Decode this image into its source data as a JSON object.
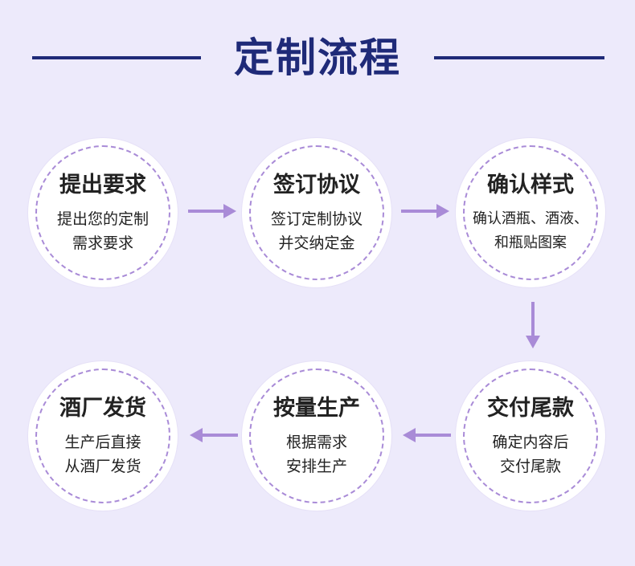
{
  "title": "定制流程",
  "colors": {
    "title": "#1f2a78",
    "arrow": "#a98bd7",
    "ring": "#a98bd7",
    "background": "#edeafb"
  },
  "steps": [
    {
      "title": "提出要求",
      "desc": "提出您的定制\n需求要求"
    },
    {
      "title": "签订协议",
      "desc": "签订定制协议\n并交纳定金"
    },
    {
      "title": "确认样式",
      "desc": "确认酒瓶、酒液、\n和瓶贴图案"
    },
    {
      "title": "交付尾款",
      "desc": "确定内容后\n交付尾款"
    },
    {
      "title": "按量生产",
      "desc": "根据需求\n安排生产"
    },
    {
      "title": "酒厂发货",
      "desc": "生产后直接\n从酒厂发货"
    }
  ]
}
